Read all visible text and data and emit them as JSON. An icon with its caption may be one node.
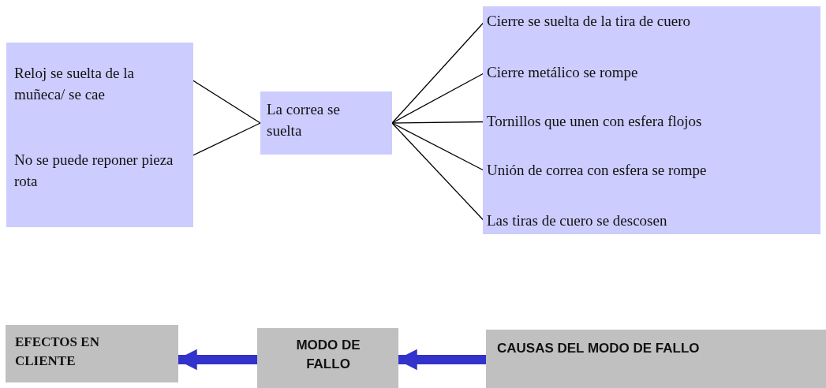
{
  "diagram": {
    "nodes": [
      {
        "text": [],
        "shape": "box"
      },
      {
        "text": [
          "Reloj se suelta de la muñeca/ se cae"
        ],
        "in": 0
      },
      {
        "text": [
          "No se puede reponer pieza rota"
        ],
        "in": 0
      },
      {
        "text": [
          "La correa se suelta"
        ]
      },
      {
        "text": [],
        "shape": "box"
      },
      {
        "text": [
          "Cierre se suelta de la tira de cuero"
        ],
        "in": 4
      },
      {
        "text": [
          "Cierre metálico se rompe"
        ],
        "in": 4
      },
      {
        "text": [
          "Tornillos que unen con esfera flojos"
        ],
        "in": 4
      },
      {
        "text": [
          "Unión de correa con esfera se rompe"
        ],
        "in": 4
      },
      {
        "text": [
          "Las tiras de cuero se descosen"
        ],
        "in": 4
      },
      {
        "text": [
          "EFECTOS EN CLIENTE"
        ]
      },
      {
        "text": [
          "MODO DE FALLO"
        ]
      },
      {
        "text": [
          "CAUSAS DEL MODO DE FALLO"
        ]
      }
    ],
    "edges": [
      {
        "from": 3,
        "to": 1,
        "arrow": "none"
      },
      {
        "from": 3,
        "to": 2,
        "arrow": "none"
      },
      {
        "from": 3,
        "to": 5,
        "arrow": "none"
      },
      {
        "from": 3,
        "to": 6,
        "arrow": "none"
      },
      {
        "from": 3,
        "to": 7,
        "arrow": "none"
      },
      {
        "from": 3,
        "to": 8,
        "arrow": "none"
      },
      {
        "from": 3,
        "to": 9,
        "arrow": "none"
      },
      {
        "from": 11,
        "to": 10,
        "arrow": "to",
        "style": "thick",
        "color": "#3333cc"
      },
      {
        "from": 12,
        "to": 11,
        "arrow": "to",
        "style": "thick",
        "color": "#3333cc"
      }
    ]
  }
}
